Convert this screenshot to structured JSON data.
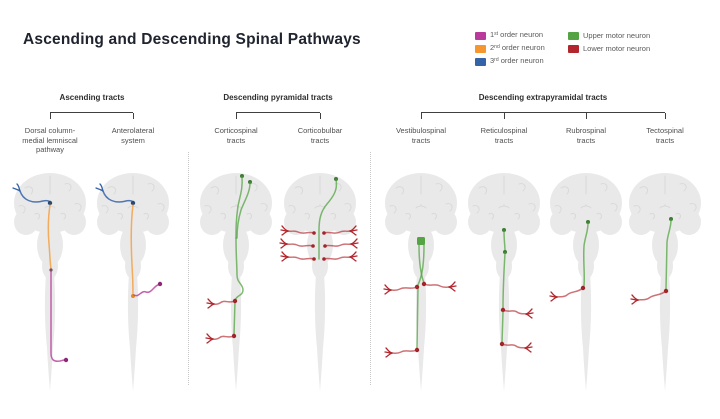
{
  "title": "Ascending and Descending Spinal Pathways",
  "colors": {
    "first_order": "#b83a9b",
    "second_order": "#f5962e",
    "third_order": "#3563a8",
    "upper_motor": "#54a443",
    "lower_motor": "#b2272d"
  },
  "legend": {
    "items": [
      {
        "num": "1",
        "sup": "st",
        "rest": " order neuron",
        "swatch": "first_order"
      },
      {
        "num": "2",
        "sup": "nd",
        "rest": " order neuron",
        "swatch": "second_order"
      },
      {
        "num": "3",
        "sup": "rd",
        "rest": " order neuron",
        "swatch": "third_order"
      },
      {
        "num": "",
        "sup": "",
        "rest": "Upper motor neuron",
        "swatch": "upper_motor"
      },
      {
        "num": "",
        "sup": "",
        "rest": "Lower motor neuron",
        "swatch": "lower_motor"
      }
    ]
  },
  "sections": [
    {
      "header": "Ascending tracts",
      "tracts": [
        {
          "label": "Dorsal column-\nmedial lemniscal\npathway",
          "diagram": "dcml"
        },
        {
          "label": "Anterolateral\nsystem",
          "diagram": "anterolateral"
        }
      ]
    },
    {
      "header": "Descending pyramidal tracts",
      "tracts": [
        {
          "label": "Corticospinal\ntracts",
          "diagram": "corticospinal"
        },
        {
          "label": "Corticobulbar\ntracts",
          "diagram": "corticobulbar"
        }
      ]
    },
    {
      "header": "Descending extrapyramidal tracts",
      "tracts": [
        {
          "label": "Vestibulospinal\ntracts",
          "diagram": "vestibulospinal"
        },
        {
          "label": "Reticulospinal\ntracts",
          "diagram": "reticulospinal"
        },
        {
          "label": "Rubrospinal\ntracts",
          "diagram": "rubrospinal"
        },
        {
          "label": "Tectospinal\ntracts",
          "diagram": "tectospinal"
        }
      ]
    }
  ]
}
